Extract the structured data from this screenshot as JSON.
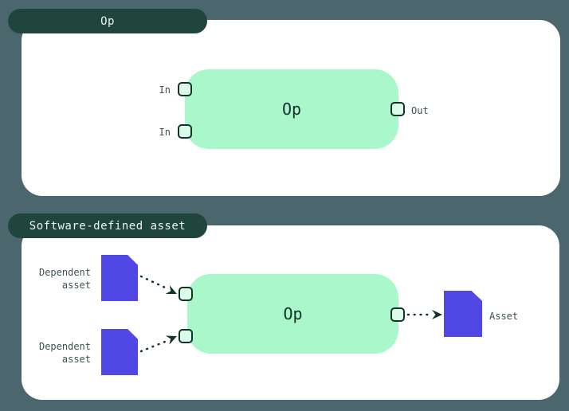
{
  "colors": {
    "background": "#4C666D",
    "panel": "#FFFFFF",
    "tab_bg": "#20453C",
    "tab_text": "#ECF3F0",
    "op_box": "#A9F7CB",
    "handle_fill": "#DDFBE9",
    "ink": "#0F342B",
    "asset_purple": "#5147E5",
    "label_text": "#3E5154"
  },
  "op_panel": {
    "tab_label": "Op",
    "op_box_label": "Op",
    "input_labels": [
      "In",
      "In"
    ],
    "output_label": "Out"
  },
  "sda_panel": {
    "tab_label": "Software-defined asset",
    "op_box_label": "Op",
    "dependent_asset_labels": [
      "Dependent asset",
      "Dependent asset"
    ],
    "asset_label": "Asset"
  }
}
